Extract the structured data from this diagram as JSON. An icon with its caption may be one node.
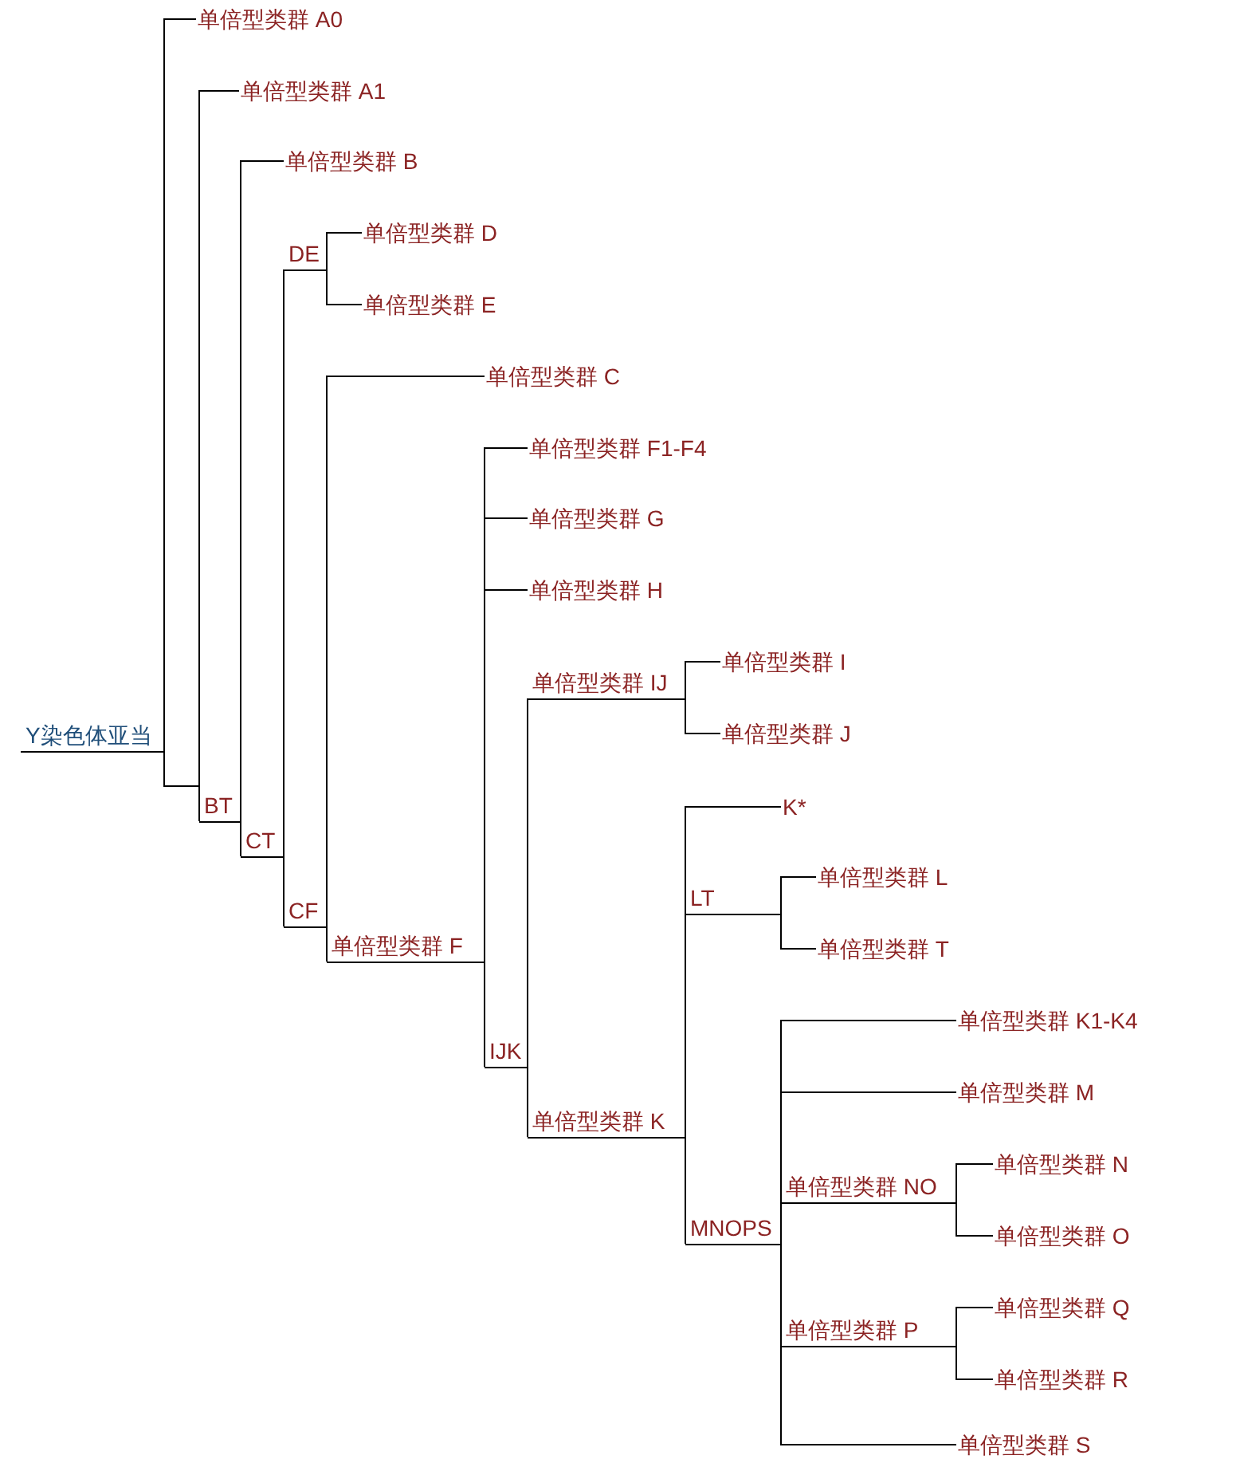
{
  "diagram": {
    "nodes": [
      {
        "text": [
          "Y染色体亚当"
        ]
      },
      {
        "text": [
          "单倍型类群 A0"
        ]
      },
      {
        "text": [
          "单倍型类群 A1"
        ]
      },
      {
        "text": [
          "单倍型类群 B"
        ]
      },
      {
        "text": [
          "DE"
        ]
      },
      {
        "text": [
          "单倍型类群 D"
        ]
      },
      {
        "text": [
          "单倍型类群 E"
        ]
      },
      {
        "text": [
          "单倍型类群 C"
        ]
      },
      {
        "text": [
          "单倍型类群 F1-F4"
        ]
      },
      {
        "text": [
          "单倍型类群 G"
        ]
      },
      {
        "text": [
          "单倍型类群 H"
        ]
      },
      {
        "text": [
          "单倍型类群 IJ"
        ]
      },
      {
        "text": [
          "单倍型类群 I"
        ]
      },
      {
        "text": [
          "单倍型类群 J"
        ]
      },
      {
        "text": [
          "K*"
        ]
      },
      {
        "text": [
          "LT"
        ]
      },
      {
        "text": [
          "单倍型类群 L"
        ]
      },
      {
        "text": [
          "单倍型类群 T"
        ]
      },
      {
        "text": [
          "BT"
        ]
      },
      {
        "text": [
          "CT"
        ]
      },
      {
        "text": [
          "CF"
        ]
      },
      {
        "text": [
          "单倍型类群 F"
        ]
      },
      {
        "text": [
          "单倍型类群 K1-K4"
        ]
      },
      {
        "text": [
          "IJK"
        ]
      },
      {
        "text": [
          "单倍型类群 M"
        ]
      },
      {
        "text": [
          "单倍型类群 K"
        ]
      },
      {
        "text": [
          "单倍型类群 NO"
        ]
      },
      {
        "text": [
          "单倍型类群 N"
        ]
      },
      {
        "text": [
          "MNOPS"
        ]
      },
      {
        "text": [
          "单倍型类群 O"
        ]
      },
      {
        "text": [
          "单倍型类群 P"
        ]
      },
      {
        "text": [
          "单倍型类群 Q"
        ]
      },
      {
        "text": [
          "单倍型类群 R"
        ]
      },
      {
        "text": [
          "单倍型类群 S"
        ]
      }
    ],
    "edges": [
      {
        "from": 0,
        "to": 1,
        "arrow": "none"
      },
      {
        "from": 0,
        "to": 2,
        "arrow": "none"
      },
      {
        "from": 0,
        "to": 18,
        "arrow": "none"
      },
      {
        "from": 18,
        "to": 3,
        "arrow": "none"
      },
      {
        "from": 18,
        "to": 19,
        "arrow": "none"
      },
      {
        "from": 19,
        "to": 4,
        "arrow": "none"
      },
      {
        "from": 19,
        "to": 20,
        "arrow": "none"
      },
      {
        "from": 4,
        "to": 5,
        "arrow": "none"
      },
      {
        "from": 4,
        "to": 6,
        "arrow": "none"
      },
      {
        "from": 20,
        "to": 7,
        "arrow": "none"
      },
      {
        "from": 20,
        "to": 21,
        "arrow": "none"
      },
      {
        "from": 21,
        "to": 8,
        "arrow": "none"
      },
      {
        "from": 21,
        "to": 9,
        "arrow": "none"
      },
      {
        "from": 21,
        "to": 10,
        "arrow": "none"
      },
      {
        "from": 21,
        "to": 23,
        "arrow": "none"
      },
      {
        "from": 23,
        "to": 11,
        "arrow": "none"
      },
      {
        "from": 23,
        "to": 25,
        "arrow": "none"
      },
      {
        "from": 11,
        "to": 12,
        "arrow": "none"
      },
      {
        "from": 11,
        "to": 13,
        "arrow": "none"
      },
      {
        "from": 25,
        "to": 14,
        "arrow": "none"
      },
      {
        "from": 25,
        "to": 15,
        "arrow": "none"
      },
      {
        "from": 25,
        "to": 28,
        "arrow": "none"
      },
      {
        "from": 15,
        "to": 16,
        "arrow": "none"
      },
      {
        "from": 15,
        "to": 17,
        "arrow": "none"
      },
      {
        "from": 28,
        "to": 22,
        "arrow": "none"
      },
      {
        "from": 28,
        "to": 24,
        "arrow": "none"
      },
      {
        "from": 28,
        "to": 26,
        "arrow": "none"
      },
      {
        "from": 28,
        "to": 30,
        "arrow": "none"
      },
      {
        "from": 28,
        "to": 33,
        "arrow": "none"
      },
      {
        "from": 26,
        "to": 27,
        "arrow": "none"
      },
      {
        "from": 26,
        "to": 29,
        "arrow": "none"
      },
      {
        "from": 30,
        "to": 31,
        "arrow": "none"
      },
      {
        "from": 30,
        "to": 32,
        "arrow": "none"
      }
    ]
  }
}
